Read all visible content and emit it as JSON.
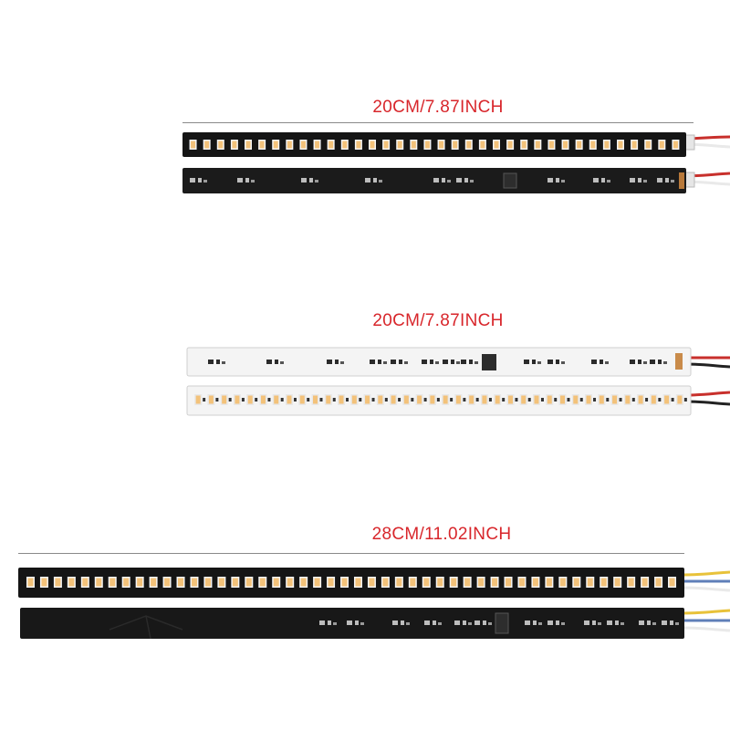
{
  "labels": {
    "group_1": "20CM/7.87INCH",
    "group_2": "20CM/7.87INCH",
    "group_3": "28CM/11.02INCH"
  },
  "colors": {
    "label_red": "#d8262b",
    "black_pcb": "#151515",
    "white_pcb": "#f4f4f4",
    "led_amber": "#f3c27a",
    "wire_red": "#c8302c",
    "wire_yellow": "#e8c23a",
    "wire_blue": "#5f7fb8"
  }
}
